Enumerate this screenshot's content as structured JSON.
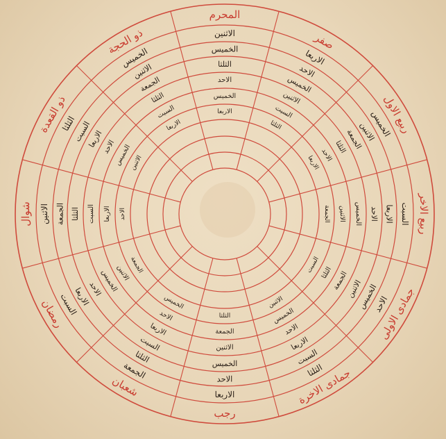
{
  "colors": {
    "paper": "#ead9bd",
    "rule_red": "#cf4a3c",
    "ink": "#2a1f17",
    "rubric": "#c83a2e"
  },
  "rubrics": [
    "المحرم",
    "صفر",
    "ربيع الاول",
    "ربيع الاخر",
    "جمادى الاولى",
    "جمادى الاخرة",
    "رجب",
    "شعبان",
    "رمضان",
    "شوال",
    "ذو القعدة",
    "ذو الحجة"
  ],
  "sectors": [
    [
      "الاثنين",
      "الخميس",
      "الثلثا",
      "الاحد",
      "الخميس",
      "الاربعا"
    ],
    [
      "الاربعا",
      "الاحد",
      "الخميس",
      "الاثنين",
      "السبت",
      "الثلثا"
    ],
    [
      "الخميس",
      "الاثنين",
      "الجمعة",
      "الثلثا",
      "الاحد",
      "الاربعا"
    ],
    [
      "السبت",
      "الاربعا",
      "الاحد",
      "الخميس",
      "الاثنين",
      "الجمعة"
    ],
    [
      "الاحد",
      "الخميس",
      "الاثنين",
      "الجمعة",
      "الثلثا",
      "السبت"
    ],
    [
      "الثلثا",
      "السبت",
      "الاربعا",
      "الاحد",
      "الخميس",
      "الاثنين"
    ],
    [
      "الاربعا",
      "الاحد",
      "الخميس",
      "الاثنين",
      "الجمعة",
      "الثلثا"
    ],
    [
      "الجمعة",
      "الثلثا",
      "السبت",
      "الاربعا",
      "الاحد",
      "الخميس"
    ],
    [
      "السبت",
      "الاربعا",
      "الاحد",
      "الخميس",
      "الاثنين",
      "الجمعة"
    ],
    [
      "الاثنين",
      "الجمعة",
      "الثلثا",
      "السبت",
      "الاربعا",
      "الاحد"
    ],
    [
      "الثلثا",
      "السبت",
      "الاربعا",
      "الاحد",
      "الخميس",
      "الاثنين"
    ],
    [
      "الخميس",
      "الاثنين",
      "الجمعة",
      "الثلثا",
      "السبت",
      "الاربعا"
    ]
  ]
}
